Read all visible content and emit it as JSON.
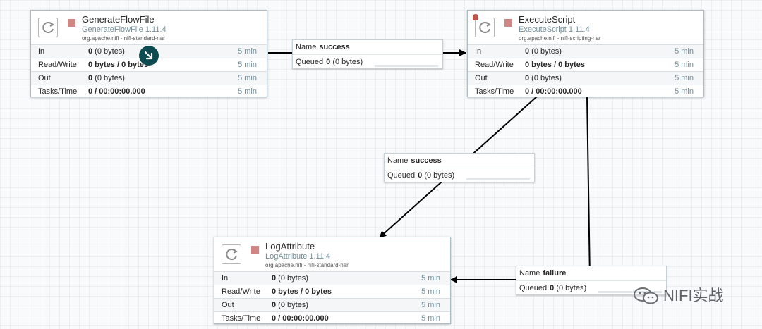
{
  "processors": [
    {
      "name": "GenerateFlowFile",
      "type": "GenerateFlowFile 1.11.4",
      "bundle": "org.apache.nifi - nifi-standard-nar",
      "state": "stopped",
      "stats": [
        {
          "label": "In",
          "value_bold": "0",
          "value_rest": " (0 bytes)",
          "window": "5 min"
        },
        {
          "label": "Read/Write",
          "value_bold": "0 bytes / 0 bytes",
          "value_rest": "",
          "window": "5 min"
        },
        {
          "label": "Out",
          "value_bold": "0",
          "value_rest": " (0 bytes)",
          "window": "5 min"
        },
        {
          "label": "Tasks/Time",
          "value_bold": "0 / 00:00:00.000",
          "value_rest": "",
          "window": "5 min"
        }
      ]
    },
    {
      "name": "ExecuteScript",
      "type": "ExecuteScript 1.11.4",
      "bundle": "org.apache.nifi - nifi-scripting-nar",
      "state": "stopped",
      "stats": [
        {
          "label": "In",
          "value_bold": "0",
          "value_rest": " (0 bytes)",
          "window": "5 min"
        },
        {
          "label": "Read/Write",
          "value_bold": "0 bytes / 0 bytes",
          "value_rest": "",
          "window": "5 min"
        },
        {
          "label": "Out",
          "value_bold": "0",
          "value_rest": " (0 bytes)",
          "window": "5 min"
        },
        {
          "label": "Tasks/Time",
          "value_bold": "0 / 00:00:00.000",
          "value_rest": "",
          "window": "5 min"
        }
      ]
    },
    {
      "name": "LogAttribute",
      "type": "LogAttribute 1.11.4",
      "bundle": "org.apache.nifi - nifi-standard-nar",
      "state": "stopped",
      "stats": [
        {
          "label": "In",
          "value_bold": "0",
          "value_rest": " (0 bytes)",
          "window": "5 min"
        },
        {
          "label": "Read/Write",
          "value_bold": "0 bytes / 0 bytes",
          "value_rest": "",
          "window": "5 min"
        },
        {
          "label": "Out",
          "value_bold": "0",
          "value_rest": " (0 bytes)",
          "window": "5 min"
        },
        {
          "label": "Tasks/Time",
          "value_bold": "0 / 00:00:00.000",
          "value_rest": "",
          "window": "5 min"
        }
      ]
    }
  ],
  "connections": [
    {
      "name_label": "Name",
      "name": "success",
      "queued_label": "Queued",
      "queued_count": "0",
      "queued_size": "(0 bytes)",
      "queue_fill": 0
    },
    {
      "name_label": "Name",
      "name": "success",
      "queued_label": "Queued",
      "queued_count": "0",
      "queued_size": "(0 bytes)",
      "queue_fill": 0
    },
    {
      "name_label": "Name",
      "name": "failure",
      "queued_label": "Queued",
      "queued_count": "0",
      "queued_size": "(0 bytes)",
      "queue_fill": 0
    }
  ],
  "watermark": {
    "text": "NIFI实战"
  },
  "colors": {
    "stopped": "#d18686",
    "link": "#000000",
    "accent": "#728e9b",
    "start_badge": "#0e4b50",
    "warning": "#ba554a"
  }
}
